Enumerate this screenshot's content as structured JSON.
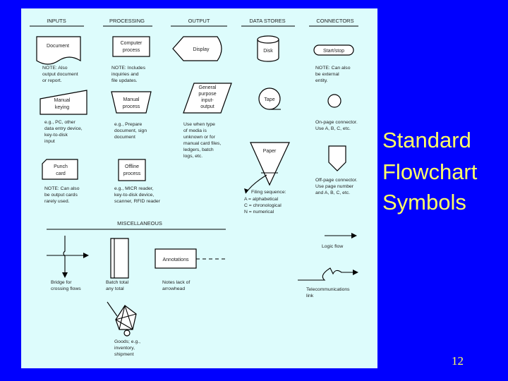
{
  "slide": {
    "title_lines": [
      "Standard",
      "Flowchart",
      "Symbols"
    ],
    "page_number": "12",
    "colors": {
      "background": "#0000ff",
      "panel": "#ddfcfc",
      "title": "#ffff66"
    }
  },
  "figure": {
    "headers": {
      "inputs": "INPUTS",
      "processing": "PROCESSING",
      "output": "OUTPUT",
      "data_stores": "DATA STORES",
      "connectors": "CONNECTORS",
      "miscellaneous": "MISCELLANEOUS"
    },
    "symbols": {
      "document": "Document",
      "computer_process": [
        "Computer",
        "process"
      ],
      "display": "Display",
      "disk": "Disk",
      "start_stop": "Start/stop",
      "manual_keying": [
        "Manual",
        "keying"
      ],
      "manual_process": [
        "Manual",
        "process"
      ],
      "general_output": [
        "General",
        "purpose",
        "input-",
        "output"
      ],
      "tape": "Tape",
      "paper": "Paper",
      "punch_card": [
        "Punch",
        "card"
      ],
      "offline_process": [
        "Offline",
        "process"
      ],
      "annotations": "Annotations"
    },
    "notes": {
      "document_note": [
        "NOTE: Also",
        "output document",
        "or report."
      ],
      "process_note": [
        "NOTE: Includes",
        "inquiries and",
        "file updates."
      ],
      "connector_note": [
        "NOTE: Can also",
        "be external",
        "entity."
      ],
      "keying_note": [
        "e.g., PC, other",
        "data entry device,",
        "key-to-disk",
        "input"
      ],
      "manual_note": [
        "e.g., Prepare",
        "document, sign",
        "document"
      ],
      "general_note": [
        "Use when type",
        "of media is",
        "unknown or for",
        "manual card files,",
        "ledgers, batch",
        "logs, etc."
      ],
      "onpage_note": [
        "On-page connector.",
        "Use A, B, C, etc."
      ],
      "offpage_note": [
        "Off-page connector.",
        "Use page number",
        "and A, B, C, etc."
      ],
      "filing_note": [
        "Filing sequence:",
        "A = alphabetical",
        "C = chronological",
        "N = numerical"
      ],
      "card_note": [
        "NOTE: Can also",
        "be output cards",
        "rarely used."
      ],
      "offline_note": [
        "e.g., MICR reader,",
        "key-to-disk device,",
        "scanner, RFID reader"
      ],
      "logic_flow": "Logic flow",
      "bridge_note": [
        "Bridge for",
        "crossing flows"
      ],
      "batch_note": [
        "Batch total",
        "any total"
      ],
      "annotation_note": [
        "Notes lack of",
        "arrowhead"
      ],
      "telecom_note": [
        "Telecommunications",
        "link"
      ],
      "goods_note": [
        "Goods; e.g.,",
        "inventory,",
        "shipment"
      ]
    }
  }
}
